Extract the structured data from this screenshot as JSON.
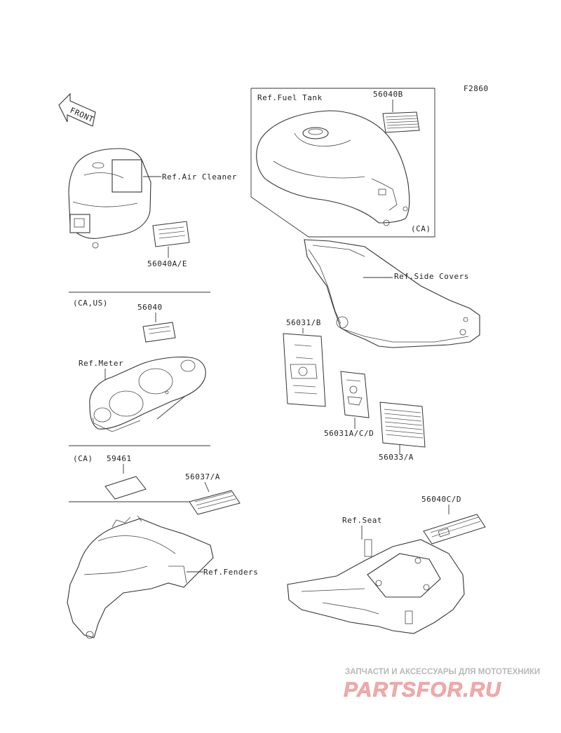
{
  "diagram_code": "F2860",
  "front_arrow": "FRONT",
  "labels": {
    "fuel_tank": "Ref.Fuel Tank",
    "p56040b": "56040B",
    "ca_tank": "(CA)",
    "air_cleaner": "Ref.Air Cleaner",
    "p56040ae": "56040A/E",
    "side_covers": "Ref.Side Covers",
    "ca_us": "(CA,US)",
    "p56040": "56040",
    "meter": "Ref.Meter",
    "p56031b": "56031/B",
    "p56031acd": "56031A/C/D",
    "p56033a": "56033/A",
    "ca_59461": "(CA)",
    "p59461": "59461",
    "p56037a": "56037/A",
    "fenders": "Ref.Fenders",
    "p56040cd": "56040C/D",
    "seat": "Ref.Seat"
  },
  "watermark": {
    "tagline": "ЗАПЧАСТИ И АКСЕССУАРЫ ДЛЯ МОТОТЕХНИКИ",
    "brand": "PARTSFOR.RU"
  }
}
